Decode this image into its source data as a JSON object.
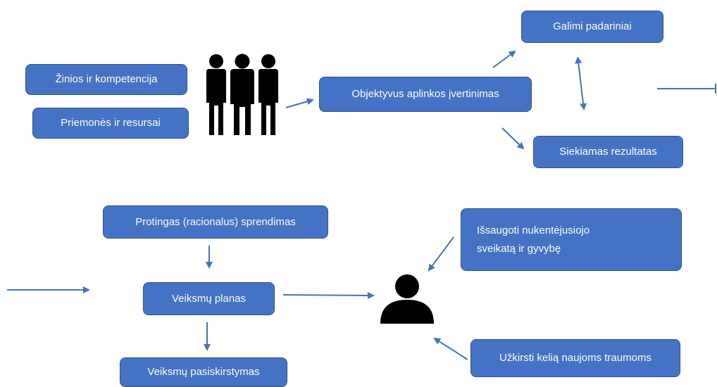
{
  "nodes": {
    "knowledge": "Žinios ir kompetencija",
    "resources": "Priemonės ir resursai",
    "assessment": "Objektyvus aplinkos įvertinimas",
    "consequences": "Galimi padariniai",
    "goal": "Siekiamas rezultatas",
    "decision": "Protingas (racionalus) sprendimas",
    "plan": "Veiksmų planas",
    "distribution": "Veiksmų pasiskirstymas",
    "save_line1": "Išsaugoti nukentėjusiojo",
    "save_line2": "sveikatą ir gyvybę",
    "prevent": "Užkirsti kelią naujoms traumoms"
  },
  "icons": {
    "group": "group-of-people-icon",
    "person": "person-icon"
  },
  "colors": {
    "box_fill": "#4472c4",
    "box_border": "#2f528f",
    "arrow": "#4472c4",
    "icon": "#000000"
  }
}
